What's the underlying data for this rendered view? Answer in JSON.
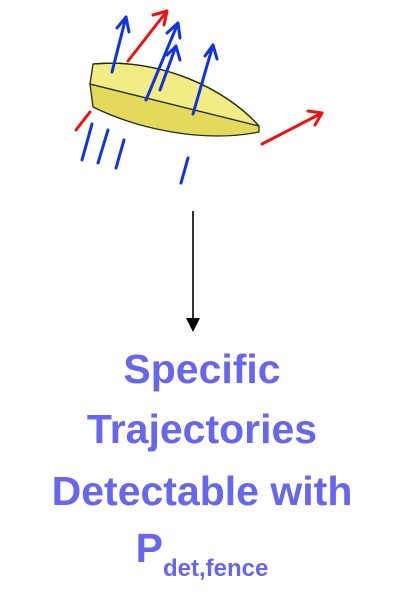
{
  "caption": {
    "line1": "Specific",
    "line2": "Trajectories",
    "line3": "Detectable with",
    "symbol": "P",
    "subscript": "det,fence"
  },
  "colors": {
    "text": "#6666ee",
    "blue_arrow": "#1133dd",
    "red_arrow": "#ee1111",
    "fence_fill": "#f2ec84",
    "fence_stroke": "#2a2a10",
    "connector": "#000000"
  },
  "icons": {
    "fence_segment": "quarter-disc-slab-icon",
    "trajectories": "arrow-icon"
  }
}
